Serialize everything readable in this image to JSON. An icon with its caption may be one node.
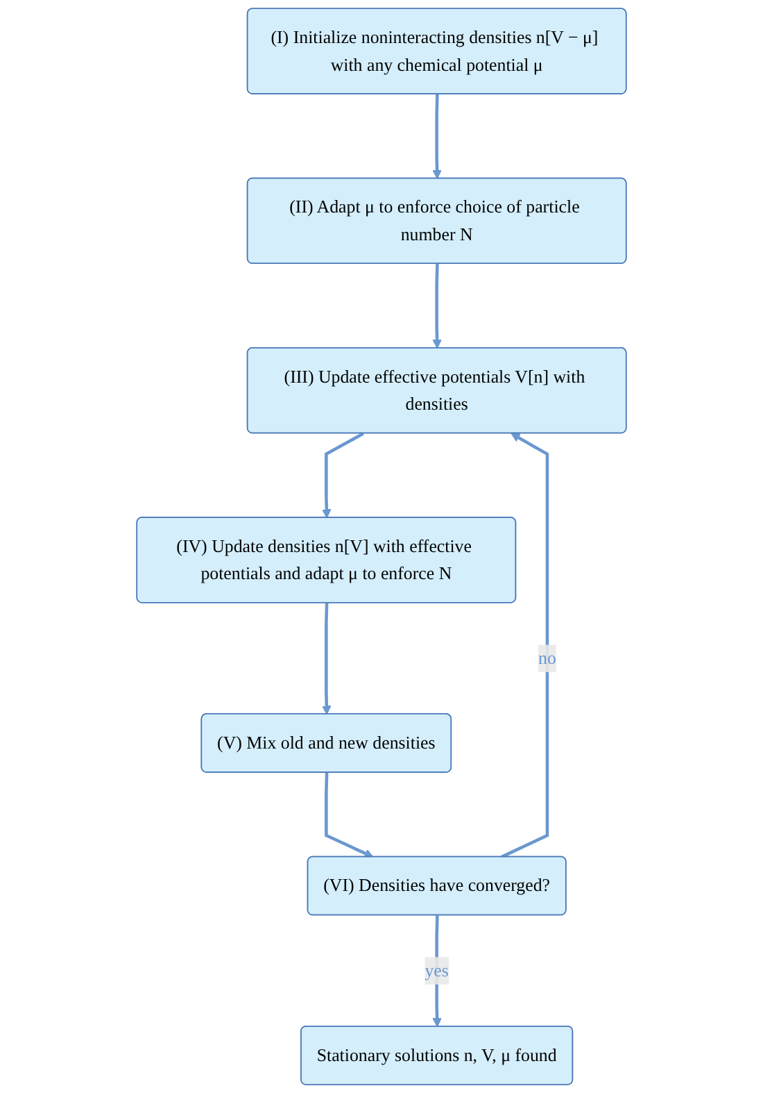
{
  "diagram": {
    "nodes": [
      {
        "text": [
          "(I) Initialize noninteracting densities n[V − μ] with any chemical potential μ"
        ]
      },
      {
        "text": [
          "(II) Adapt μ to enforce choice of particle number N"
        ]
      },
      {
        "text": [
          "(III) Update effective potentials V[n] with densities"
        ]
      },
      {
        "text": [
          "(IV) Update densities n[V] with effective potentials and adapt μ to enforce N"
        ]
      },
      {
        "text": [
          "(V) Mix old and new densities"
        ]
      },
      {
        "text": [
          "(VI) Densities have converged?"
        ]
      },
      {
        "text": [
          "Stationary solutions n, V, μ found"
        ]
      }
    ],
    "edges": [
      {
        "from": 0,
        "to": 1,
        "arrow": "to"
      },
      {
        "from": 1,
        "to": 2,
        "arrow": "to"
      },
      {
        "from": 2,
        "to": 3,
        "arrow": "to"
      },
      {
        "from": 3,
        "to": 4,
        "arrow": "to"
      },
      {
        "from": 4,
        "to": 5,
        "arrow": "to"
      },
      {
        "from": 5,
        "to": 2,
        "label": "no",
        "arrow": "to"
      },
      {
        "from": 5,
        "to": 6,
        "label": "yes",
        "arrow": "to"
      }
    ]
  }
}
